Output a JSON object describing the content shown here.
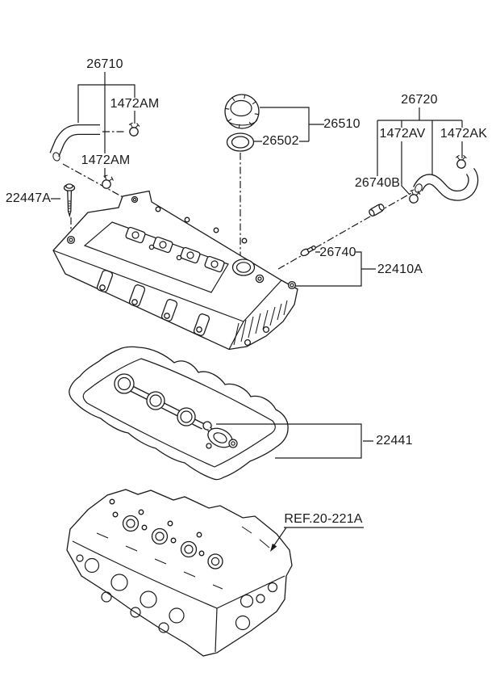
{
  "page": {
    "kind": "engine-parts-exploded-diagram",
    "colors": {
      "line": "#1a1a1a",
      "background": "#ffffff"
    }
  },
  "labels": {
    "l26710": "26710",
    "l1472am_top": "1472AM",
    "l1472am_mid": "1472AM",
    "l22447a": "22447A",
    "l26510": "26510",
    "l26502": "26502",
    "l26720": "26720",
    "l1472av": "1472AV",
    "l1472ak": "1472AK",
    "l26740b": "26740B",
    "l26740": "26740",
    "l22410a": "22410A",
    "l22441": "22441",
    "lref": "REF.20-221A"
  }
}
